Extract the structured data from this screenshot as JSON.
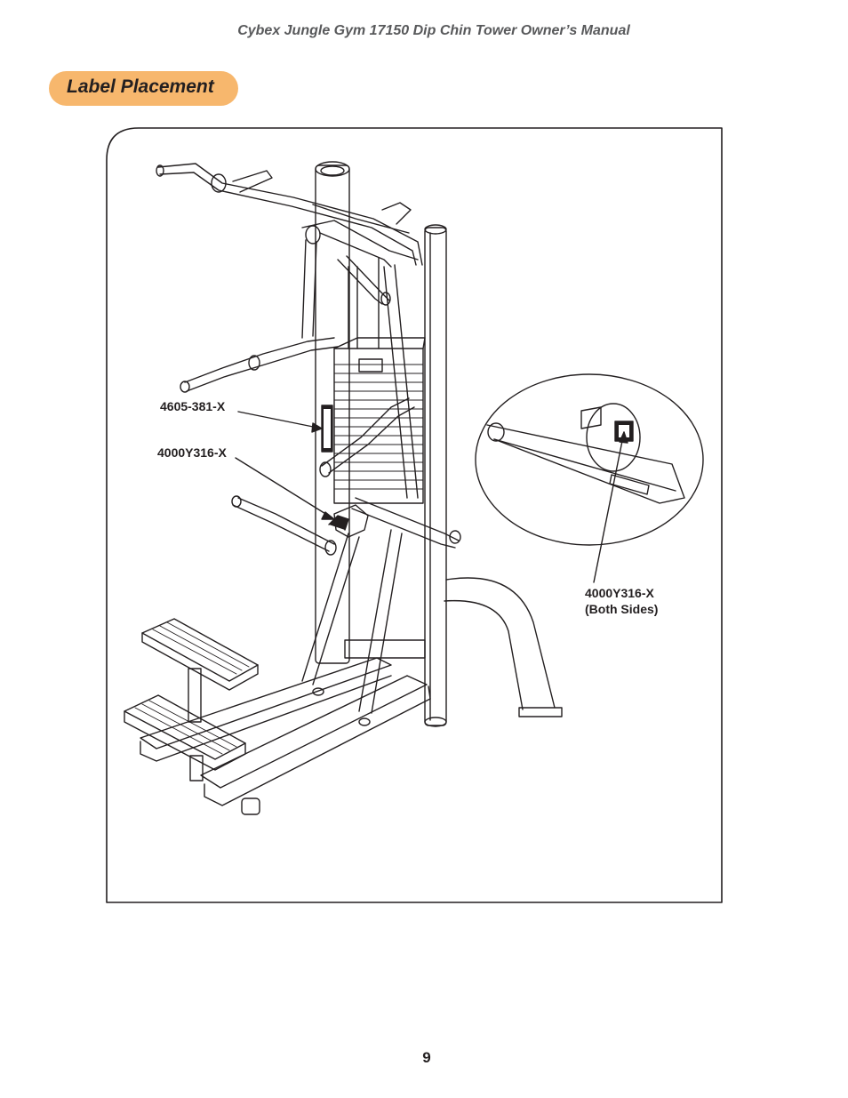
{
  "header": {
    "manual_title": "Cybex Jungle Gym 17150 Dip Chin Tower Owner’s Manual"
  },
  "section": {
    "title": "Label Placement"
  },
  "callouts": {
    "label_a": "4605-381-X",
    "label_b": "4000Y316-X",
    "label_c_line1": "4000Y316-X",
    "label_c_line2": "(Both Sides)"
  },
  "footer": {
    "page_number": "9"
  },
  "colors": {
    "accent_tab": "#f7b76d",
    "line": "#231f20",
    "header_text": "#58595b"
  }
}
